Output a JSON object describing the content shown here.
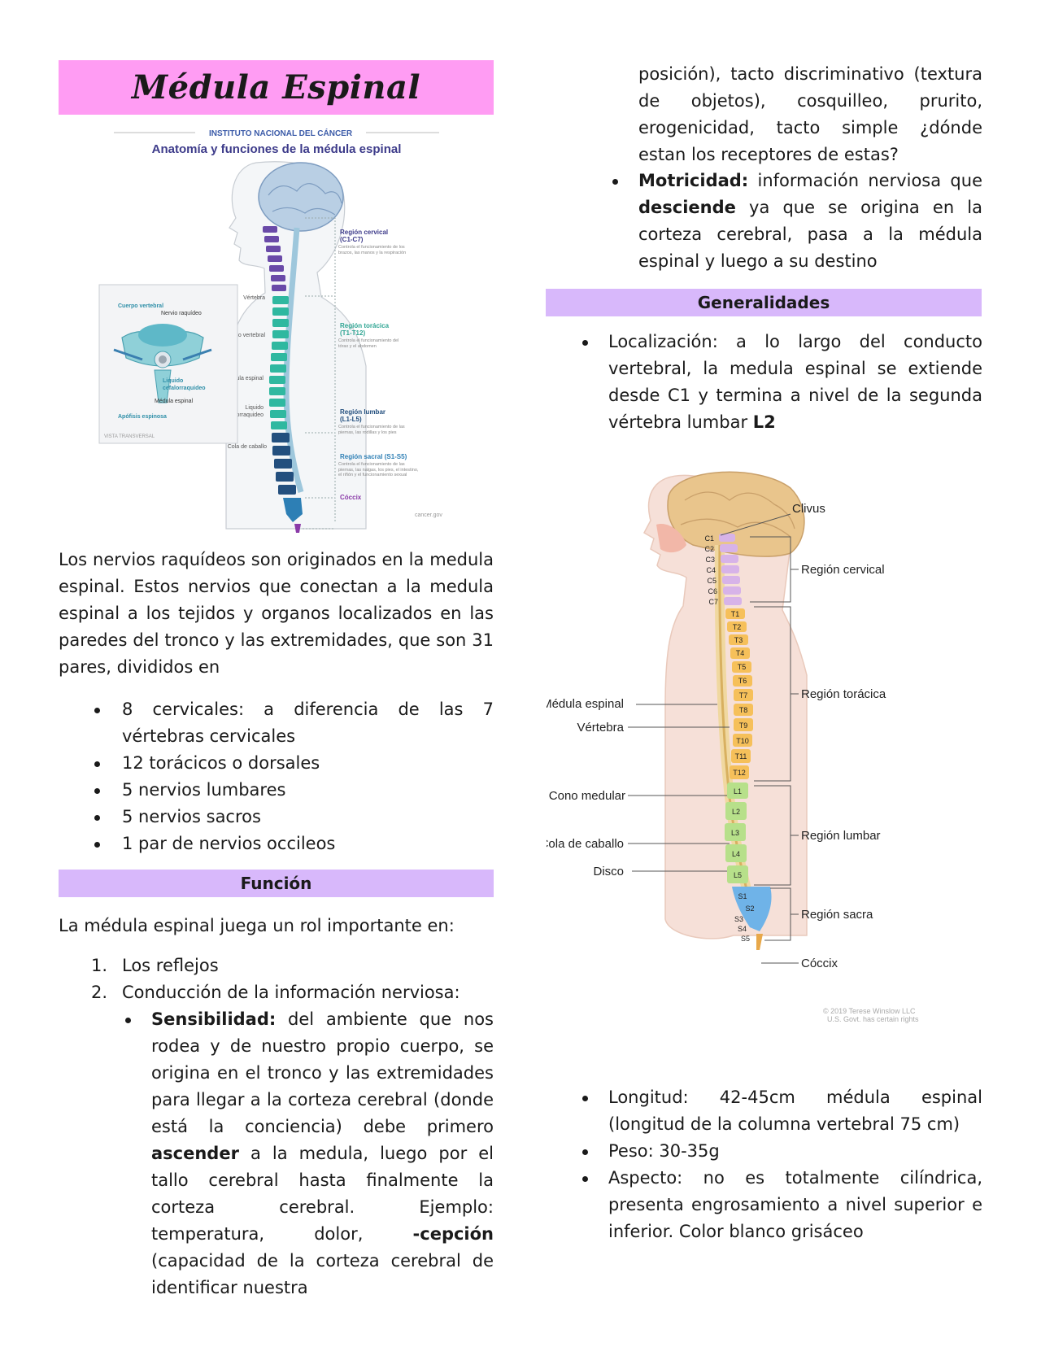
{
  "title": "Médula Espinal",
  "figure1": {
    "header": "INSTITUTO NACIONAL DEL CÁNCER",
    "title": "Anatomía y funciones de la médula espinal",
    "inset_labels": {
      "cuerpo_vertebral": "Cuerpo vertebral",
      "nervio_raquideo": "Nervio raquídeo",
      "liquido_1": "Liquido",
      "liquido_2": "cefalorraquideo",
      "medula_espinal": "Médula espinal",
      "apofisis": "Apófisis espinosa",
      "vista": "VISTA TRANSVERSAL"
    },
    "body_labels": {
      "vertebra": "Vértebra",
      "disco": "Disco vertebral",
      "medula": "Médula espinal",
      "liquido_1": "Liquido",
      "liquido_2": "cefalorraquideo",
      "cola": "Cola de caballo"
    },
    "regions": {
      "cervical_title": "Región cervical",
      "cervical_range": "(C1-C7)",
      "cervical_desc": "Controla el funcionamiento de los brazos, las manos y la respiración",
      "toracica_title": "Región torácica",
      "toracica_range": "(T1-T12)",
      "toracica_desc": "Controla el funcionamiento del tórax y el abdomen",
      "lumbar_title": "Región lumbar",
      "lumbar_range": "(L1-L5)",
      "lumbar_desc": "Controla el funcionamiento de las piernas, las rodillas y los pies",
      "sacral_title": "Región sacral (S1-S5)",
      "sacral_desc": "Controla el funcionamiento de las piernas, las nalgas, los pies, el intestino, el riñón y el funcionamiento sexual",
      "coccix": "Cóccix"
    },
    "source": "cancer.gov"
  },
  "intro": "Los nervios raquídeos son originados en la medula espinal. Estos nervios que conectan a la medula espinal a los tejidos y organos localizados en las paredes del tronco y las extremidades, que son 31 pares, divididos en",
  "nerves": [
    "8 cervicales: a diferencia de las 7 vértebras cervicales",
    "12 torácicos o dorsales",
    "5 nervios lumbares",
    "5 nervios sacros",
    "1 par de nervios occileos"
  ],
  "funcion": {
    "heading": "Función",
    "intro": "La médula espinal juega un rol importante en:",
    "item1": "Los reflejos",
    "item2": "Conducción de la información nerviosa:",
    "sens_label": "Sensibilidad:",
    "sens_text1": " del ambiente que nos rodea y de nuestro propio cuerpo, se origina en el tronco y las extremidades para llegar a la corteza cerebral (donde está la conciencia) debe primero ",
    "sens_bold2": "ascender",
    "sens_text2": " a la medula, luego por el tallo cerebral hasta finalmente la corteza cerebral. Ejemplo: temperatura, dolor, ",
    "sens_bold3": "-cepción",
    "sens_text3": " (capacidad de la corteza cerebral de identificar nuestra",
    "sens_cont": "posición), tacto discriminativo (textura de objetos), cosquilleo, prurito, erogenicidad, tacto simple ¿dónde estan los receptores de estas?",
    "mot_label": "Motricidad:",
    "mot_text1": " información nerviosa que ",
    "mot_bold2": "desciende",
    "mot_text2": " ya que se origina en la corteza cerebral, pasa a la médula espinal y luego a su destino"
  },
  "generalidades": {
    "heading": "Generalidades",
    "loc_text": "Localización: a lo largo del conducto vertebral, la medula espinal se extiende desde C1 y termina a nivel de la segunda vértebra lumbar ",
    "loc_bold": "L2",
    "longitud": "Longitud: 42-45cm médula espinal (longitud de la columna vertebral 75 cm)",
    "peso": "Peso: 30-35g",
    "aspecto": "Aspecto: no es totalmente cilíndrica, presenta engrosamiento a nivel superior e inferior. Color blanco grisáceo"
  },
  "figure2": {
    "left_labels": {
      "medula": "Médula espinal",
      "vertebra": "Vértebra",
      "cono": "Cono medular",
      "cola": "Cola de caballo",
      "disco": "Disco"
    },
    "right_labels": {
      "clivus": "Clivus",
      "cervical": "Región cervical",
      "toracica": "Región torácica",
      "lumbar": "Región lumbar",
      "sacra": "Región sacra",
      "coccix": "Cóccix"
    },
    "cervical_vertebrae": [
      "C1",
      "C2",
      "C3",
      "C4",
      "C5",
      "C6",
      "C7"
    ],
    "thoracic_vertebrae": [
      "T1",
      "T2",
      "T3",
      "T4",
      "T5",
      "T6",
      "T7",
      "T8",
      "T9",
      "T10",
      "T11",
      "T12"
    ],
    "lumbar_vertebrae": [
      "L1",
      "L2",
      "L3",
      "L4",
      "L5"
    ],
    "sacral_vertebrae": [
      "S1",
      "S2",
      "S3",
      "S4",
      "S5"
    ],
    "copyright_1": "© 2019 Terese Winslow LLC",
    "copyright_2": "U.S. Govt. has certain rights"
  }
}
